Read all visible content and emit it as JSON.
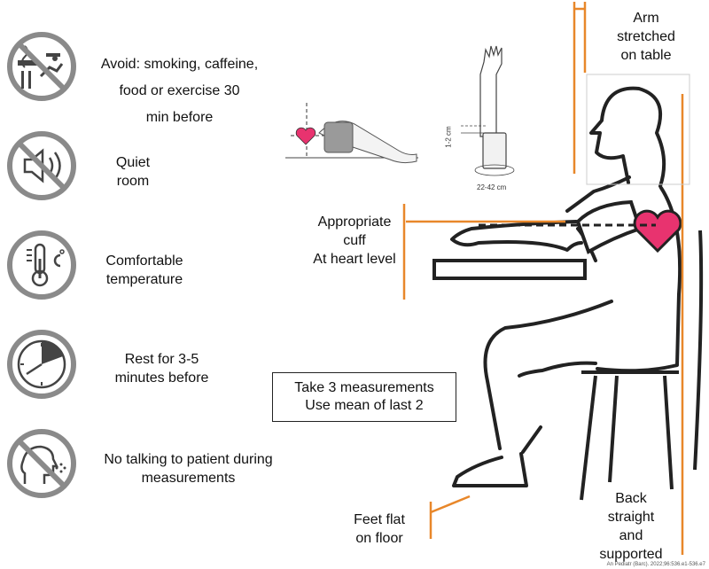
{
  "instructions": [
    {
      "icon": "no-smoking-food-exercise-icon",
      "text": [
        "Avoid: smoking, caffeine,",
        "food or exercise 30",
        "min before"
      ]
    },
    {
      "icon": "no-sound-icon",
      "text": [
        "Quiet",
        "room"
      ]
    },
    {
      "icon": "thermometer-icon",
      "text": [
        "Comfortable",
        "temperature"
      ]
    },
    {
      "icon": "clock-icon",
      "text": [
        "Rest for 3-5",
        "minutes before"
      ]
    },
    {
      "icon": "no-talking-icon",
      "text": [
        "No talking to patient during",
        "measurements"
      ]
    }
  ],
  "labels": {
    "arm": [
      "Arm",
      "stretched",
      "on table"
    ],
    "cuff": [
      "Appropriate",
      "cuff",
      "At heart level"
    ],
    "feet": [
      "Feet flat",
      "on floor"
    ],
    "back": [
      "Back",
      "straight",
      "and",
      "supported"
    ]
  },
  "measure_box": [
    "Take 3 measurements",
    "Use mean of last 2"
  ],
  "cuff_diagram": {
    "height_range": "1-2 cm",
    "circumference": "22-42 cm"
  },
  "credit": "An Pediatr (Barc). 2022;96:536.e1-536.e7",
  "colors": {
    "accent": "#e8872a",
    "heart": "#e8336f",
    "icon_gray": "#8a8a8a"
  }
}
